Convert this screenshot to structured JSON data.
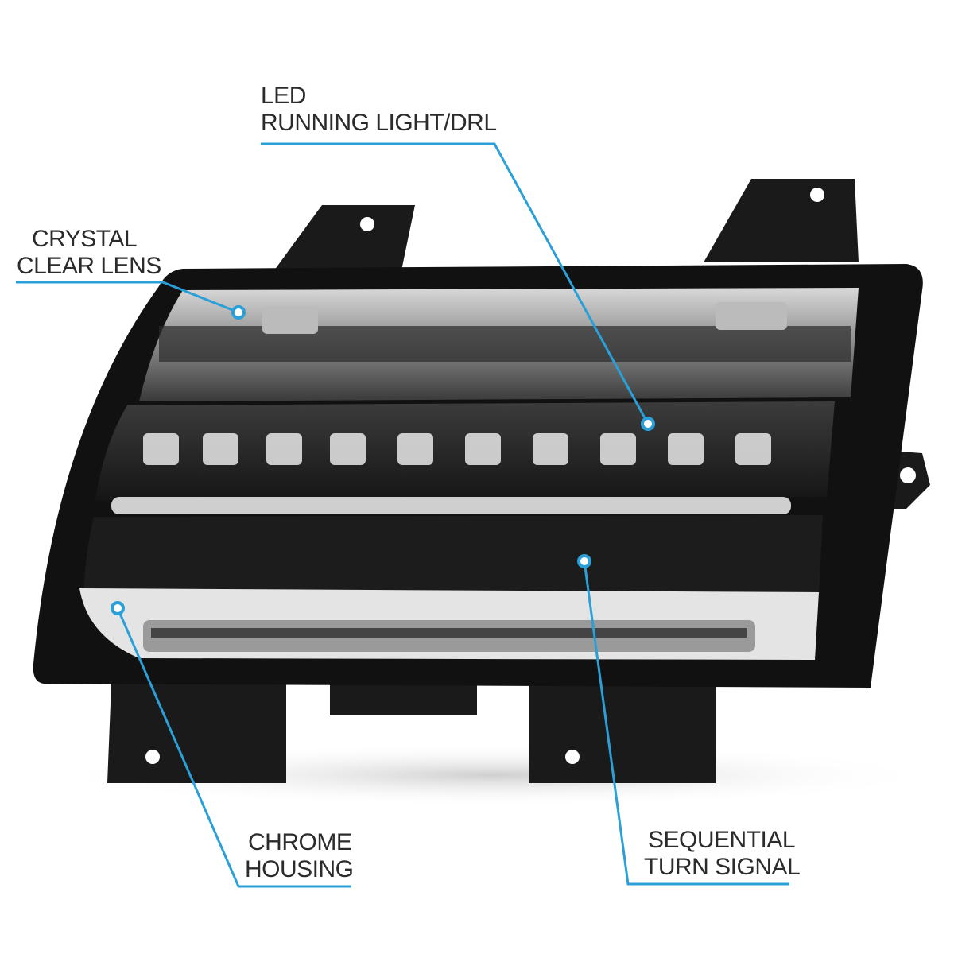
{
  "accent_color": "#2a9fd8",
  "callouts": {
    "drl": {
      "line1": "LED",
      "line2": "RUNNING LIGHT/DRL"
    },
    "lens": {
      "line1": "CRYSTAL",
      "line2": "CLEAR LENS"
    },
    "housing": {
      "line1": "CHROME",
      "line2": "HOUSING"
    },
    "turn": {
      "line1": "SEQUENTIAL",
      "line2": "TURN SIGNAL"
    }
  }
}
